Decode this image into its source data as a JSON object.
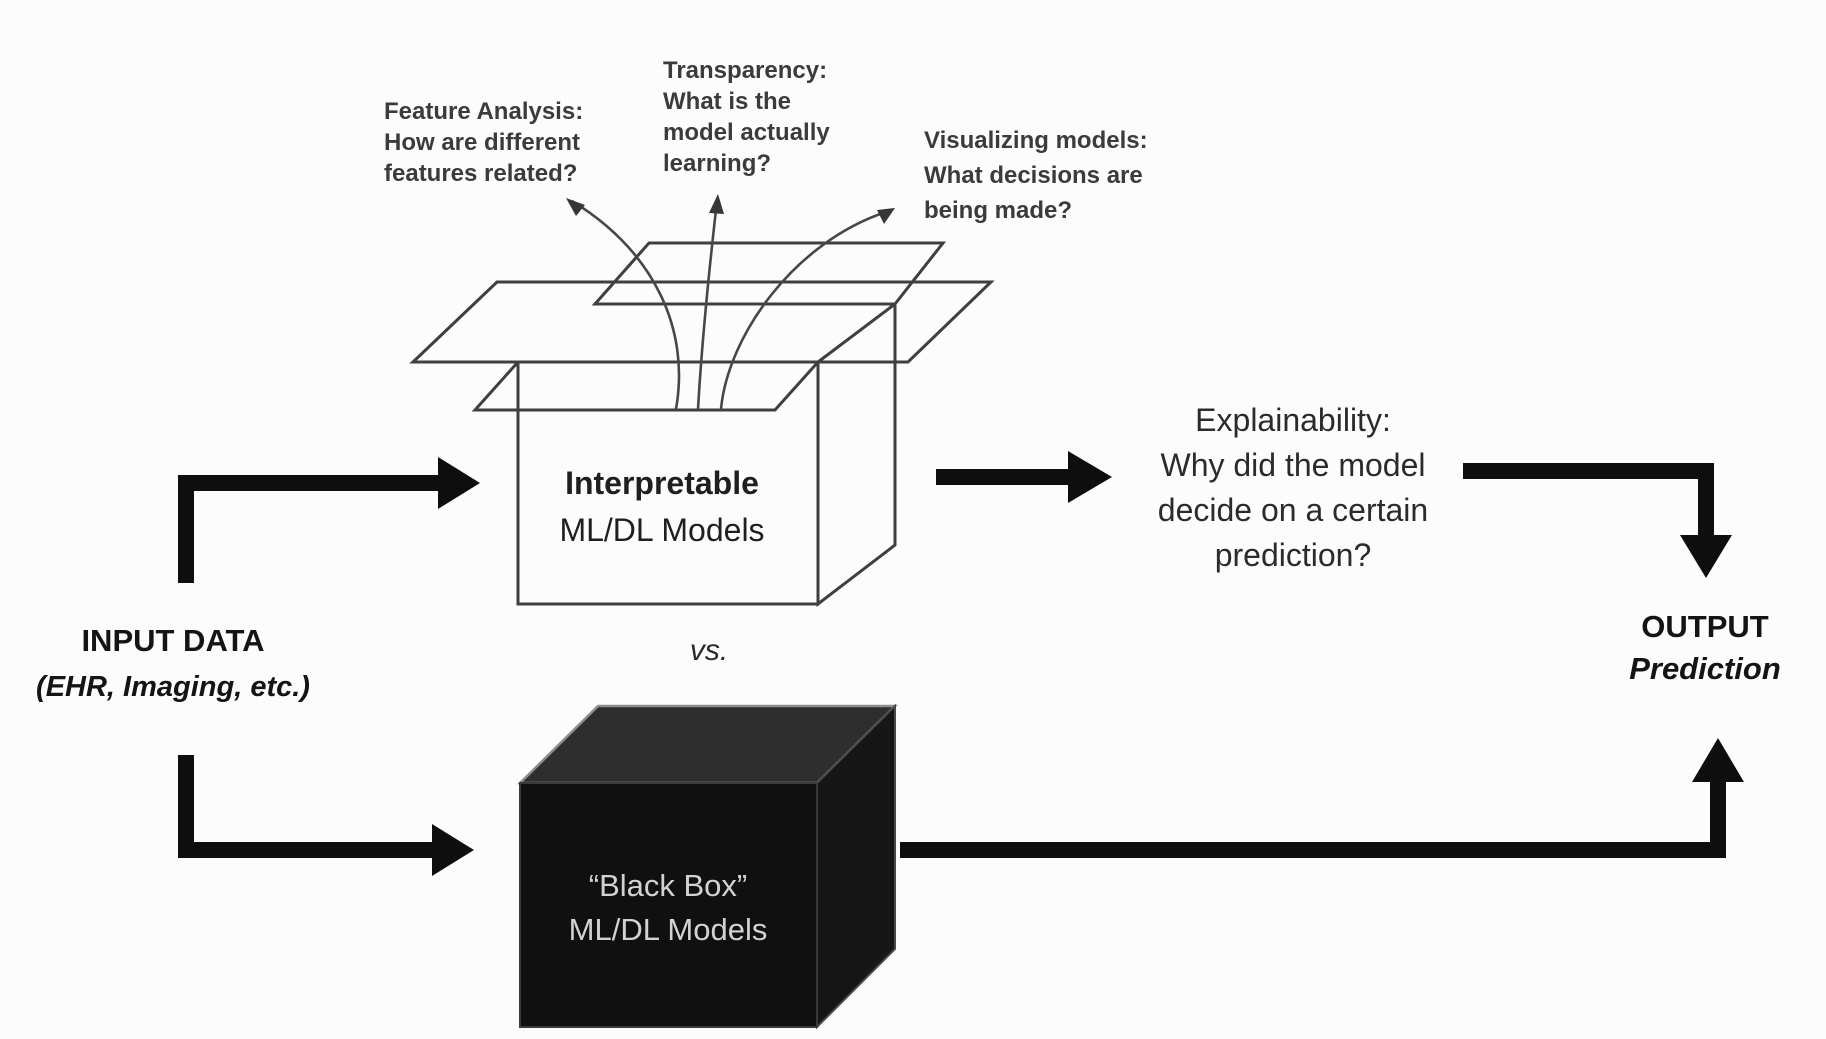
{
  "diagram": {
    "annotations": {
      "feature_analysis": {
        "lines": [
          "Feature Analysis:",
          "How are different",
          "features related?"
        ]
      },
      "transparency": {
        "lines": [
          "Transparency:",
          "What is the",
          "model actually",
          "learning?"
        ]
      },
      "visualizing_models": {
        "lines": [
          "Visualizing models:",
          "What decisions are",
          "being made?"
        ]
      }
    },
    "input": {
      "title": "INPUT DATA",
      "subtitle": "(EHR, Imaging, etc.)"
    },
    "interpretable_box": {
      "title": "Interpretable",
      "subtitle": "ML/DL Models"
    },
    "versus_label": "vs.",
    "black_box": {
      "title": "“Black Box”",
      "subtitle": "ML/DL Models"
    },
    "explainability": {
      "lines": [
        "Explainability:",
        "Why did the model",
        "decide on a certain",
        "prediction?"
      ]
    },
    "output": {
      "title": "OUTPUT",
      "subtitle": "Prediction"
    },
    "colors": {
      "ink": "#1a1a1a",
      "annotation_ink": "#3b3b3b",
      "wireframe": "#3f3f3f",
      "arrow": "#0e0e0e",
      "black_box_top": "#2e2e2e",
      "black_box_front": "#101010",
      "black_box_side": "#161616",
      "black_box_edge": "#8f8f8f",
      "black_box_text": "#d2d2d2",
      "background": "#fcfcfc"
    }
  }
}
